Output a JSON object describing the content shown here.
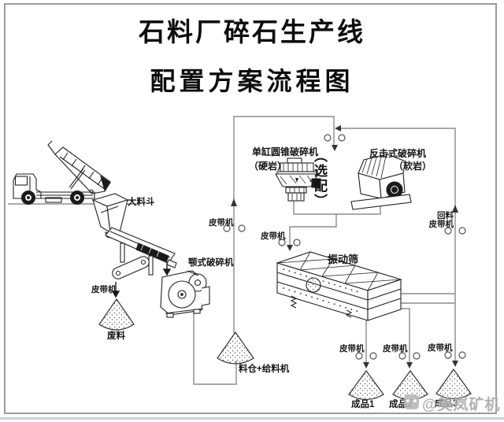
{
  "title": {
    "line1": "石料厂碎石生产线",
    "line2": "配置方案流程图"
  },
  "labels": {
    "big_hopper": "大料斗",
    "belt_conveyor": "皮带机",
    "waste": "废料",
    "jaw_crusher": "颚式破碎机",
    "silo_feeder": "料仓+给料机",
    "cone_crusher": "单缸圆锥破碎机",
    "cone_crusher_note": "（硬岩）",
    "optional": "（选配）",
    "impact_crusher": "反击式破碎机",
    "impact_crusher_note": "（软岩）",
    "return_line1": "回料",
    "return_line2": "皮带机",
    "vibrating_screen": "振动筛",
    "product1": "成品1",
    "product2": "成品2",
    "product3": "成品3"
  },
  "watermark": {
    "handle": "@美岚矿机",
    "icon": "panda-logo"
  },
  "colors": {
    "ink": "#1a1a1a",
    "flow_line": "#8c8c8c",
    "frame": "#9b9b9b",
    "watermark": "#ababab"
  }
}
